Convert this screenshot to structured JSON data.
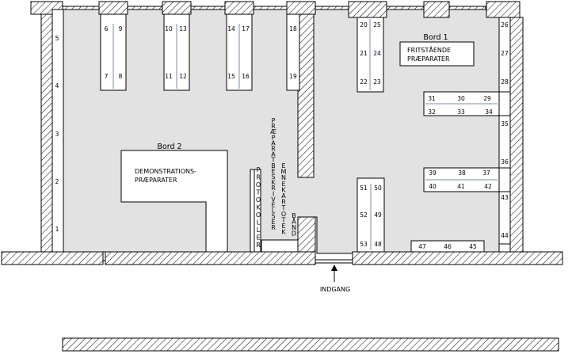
{
  "labels": {
    "bord1": "Bord 1",
    "bord2": "Bord 2",
    "fritstaaende_1": "FRITSTÅENDE",
    "fritstaaende_2": "PRÆPARATER",
    "demonstration_1": "DEMONSTRATIONS-",
    "demonstration_2": "PRÆPARATER",
    "protokoller": "PROTOKOLLER",
    "praeparatbeskrivelser": "PRÆPARATBESKRIVELSER",
    "emnekartotek": "EMNEKARTOTEK",
    "baand": "BÅND",
    "indgang": "INDGANG"
  },
  "numbers": {
    "left_wall": [
      "5",
      "4",
      "3",
      "2",
      "1"
    ],
    "case_6_9": [
      "6",
      "9",
      "7",
      "8"
    ],
    "case_10_13": [
      "10",
      "13",
      "11",
      "12"
    ],
    "case_14_17": [
      "14",
      "17",
      "15",
      "16"
    ],
    "case_18_19": [
      "18",
      "19"
    ],
    "case_20_25": [
      "20",
      "25",
      "21",
      "24",
      "22",
      "23"
    ],
    "right_wall_top": [
      "26",
      "27",
      "28"
    ],
    "case_29_34": [
      "31",
      "30",
      "29",
      "32",
      "33",
      "34"
    ],
    "right_wall_mid": [
      "35",
      "36"
    ],
    "case_37_42": [
      "39",
      "38",
      "37",
      "40",
      "41",
      "42"
    ],
    "right_wall_bottom": [
      "43",
      "44"
    ],
    "case_48_53": [
      "51",
      "50",
      "52",
      "49",
      "53",
      "48"
    ],
    "case_45_47": [
      "47",
      "46",
      "45"
    ]
  },
  "colors": {
    "floor": "#e2e2e2",
    "wall_hatch": "#000000",
    "outline": "#000000"
  }
}
